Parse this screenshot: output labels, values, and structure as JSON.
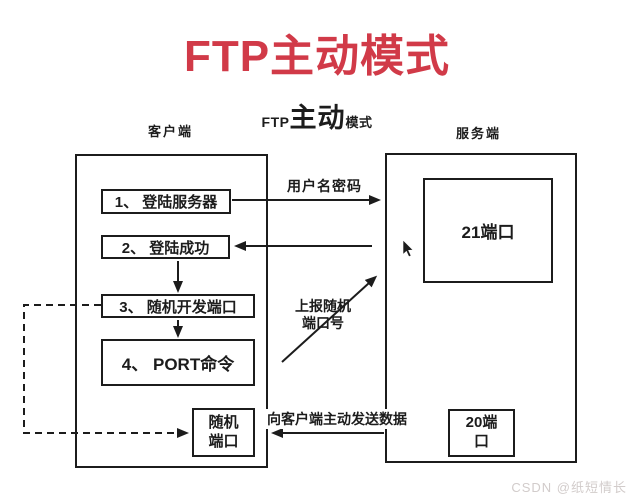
{
  "page": {
    "title": "FTP主动模式",
    "watermark": "CSDN @纸短情长"
  },
  "diagram": {
    "subtitle_prefix": "FTP",
    "subtitle_emphasis": "主动",
    "subtitle_suffix": "模式",
    "client_label": "客户端",
    "server_label": "服务端",
    "steps": [
      "1、 登陆服务器",
      "2、 登陆成功",
      "3、 随机开发端口",
      "4、 PORT命令"
    ],
    "random_port_line1": "随机",
    "random_port_line2": "端口",
    "port21_label": "21端口",
    "port20_line1": "20端",
    "port20_line2": "口",
    "label_login": "用户名密码",
    "label_report_line1": "上报随机",
    "label_report_line2": "端口号",
    "label_send": "向客户端主动发送数据"
  },
  "colors": {
    "title_red": "#d13a48",
    "line_black": "#1c1c1c",
    "watermark_gray": "#d2cccb"
  }
}
